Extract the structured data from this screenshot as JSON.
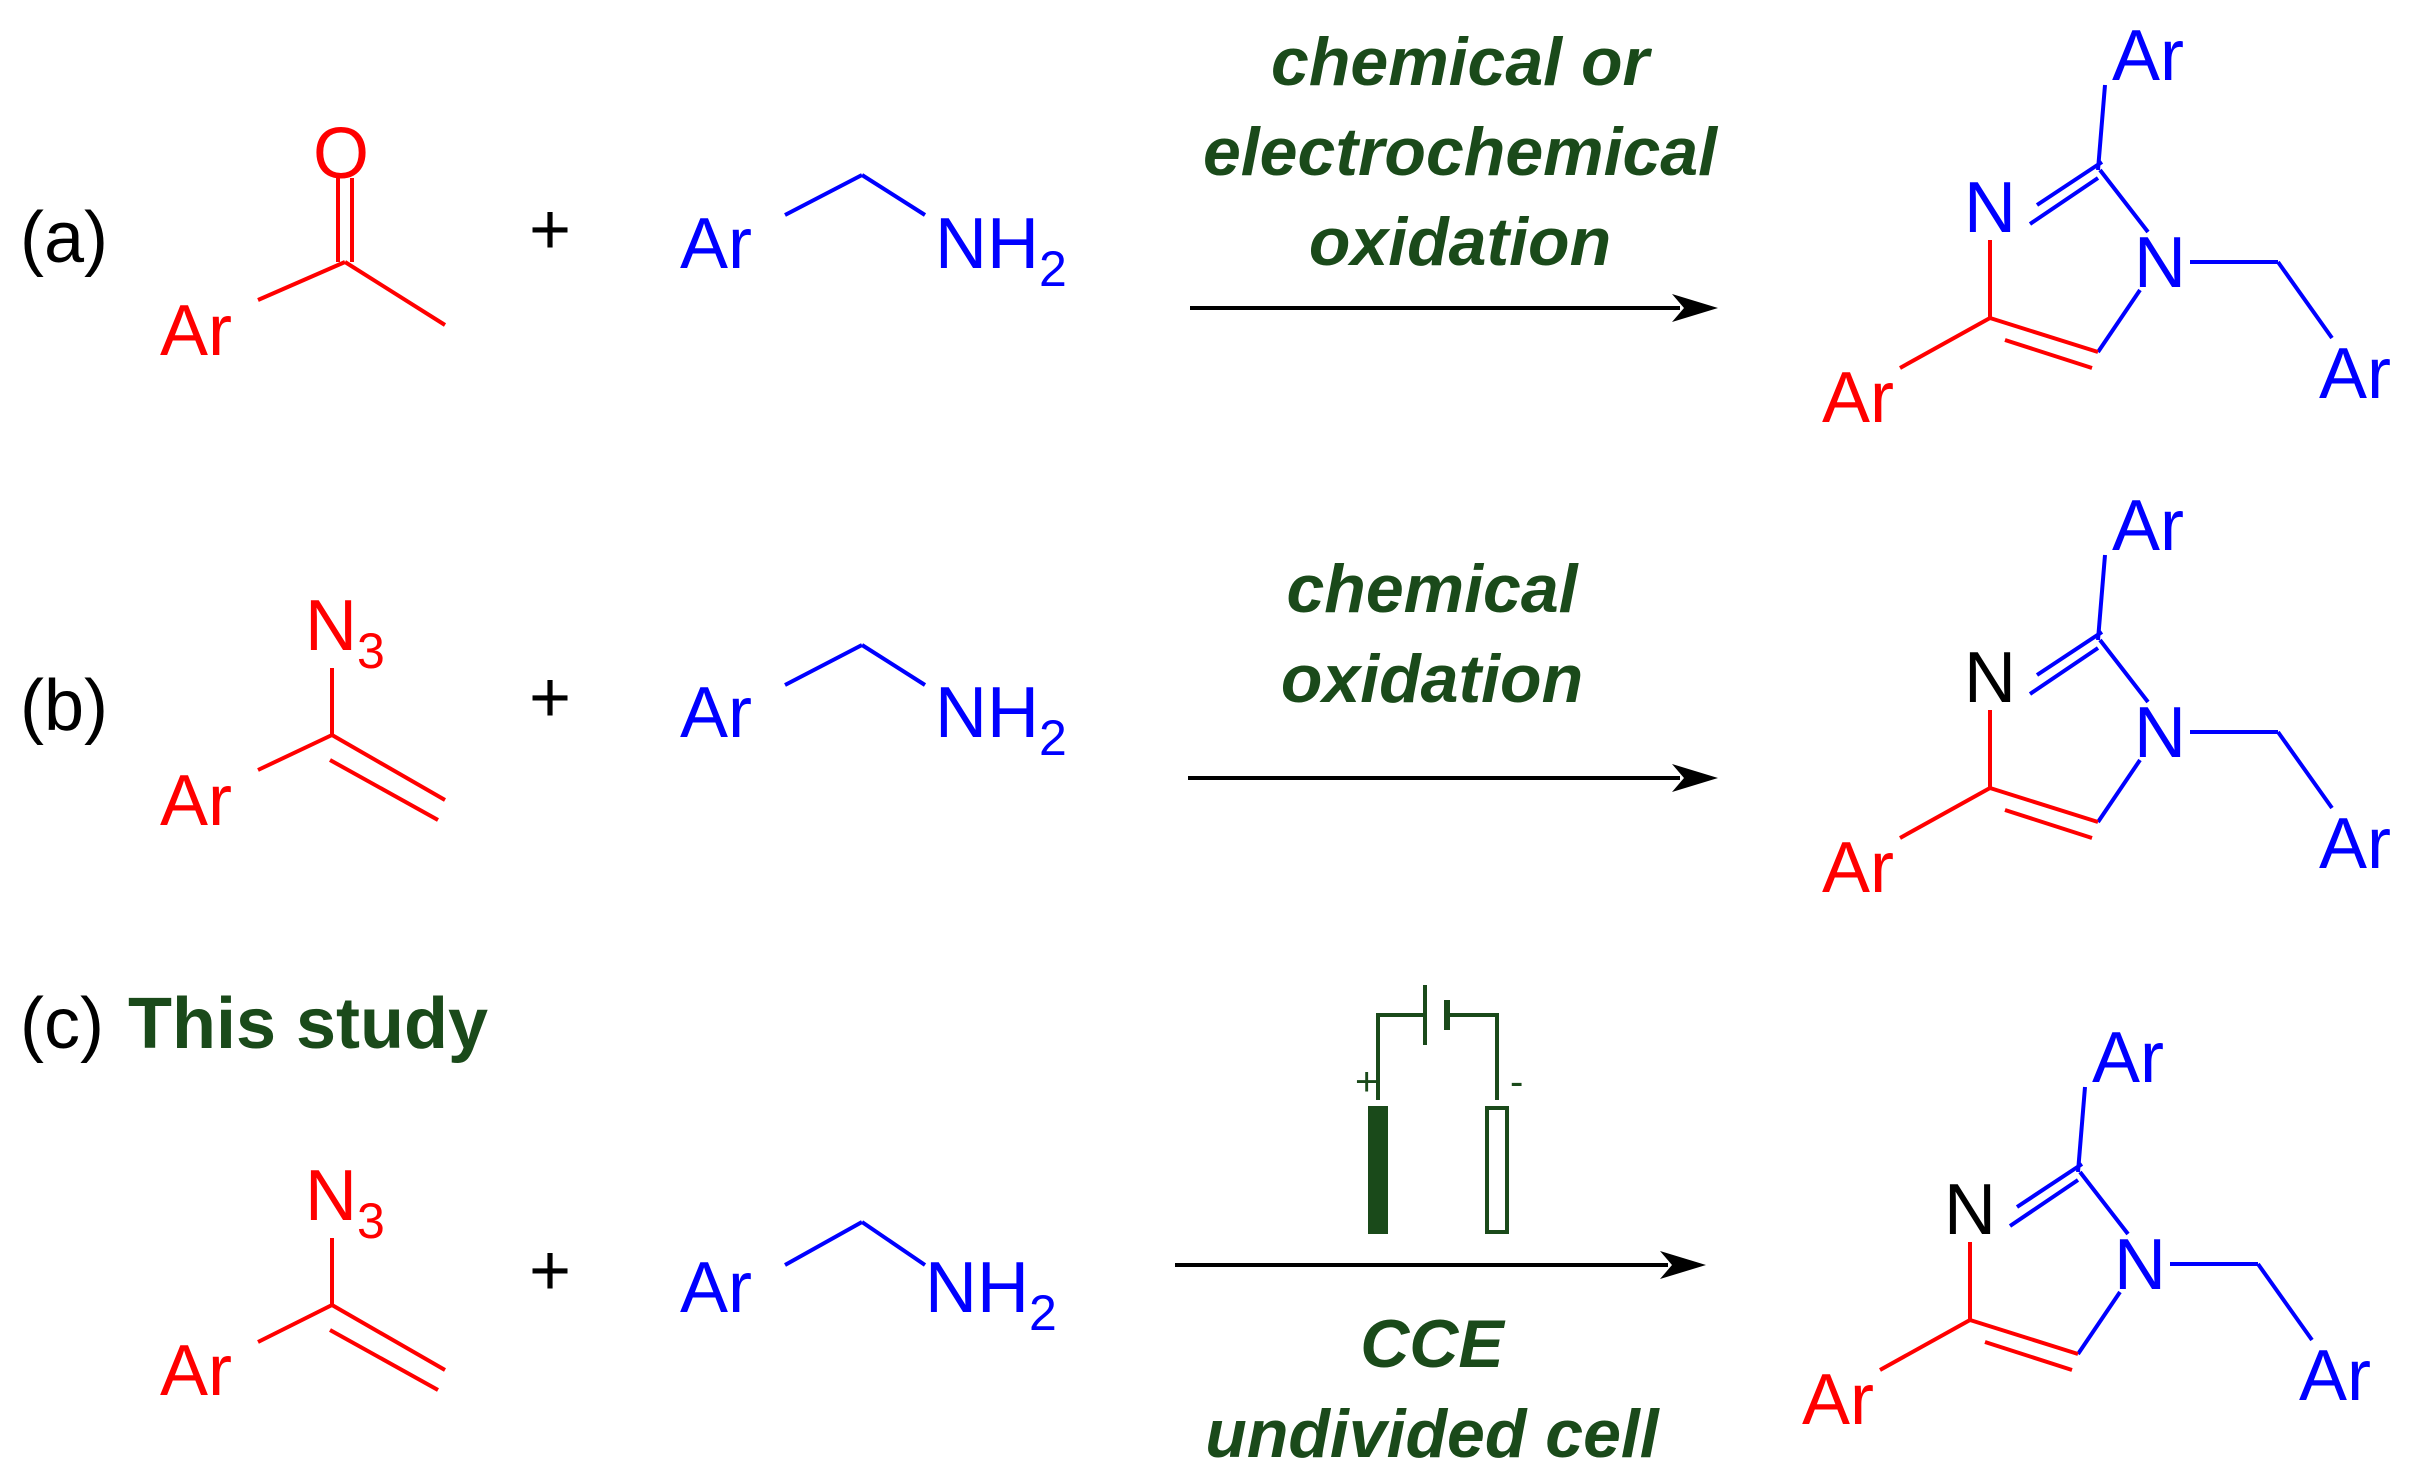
{
  "colors": {
    "reactant_red": "#ff0000",
    "reagent_blue": "#0000ff",
    "condition_green": "#1a4a1a",
    "black": "#000000"
  },
  "rows": [
    {
      "label": "(a)",
      "title": "",
      "substrate": {
        "type": "ketone",
        "top_atom": "O",
        "aryl": "Ar"
      },
      "plus": "+",
      "amine": {
        "aryl": "Ar",
        "group": "NH",
        "subscript": "2"
      },
      "conditions": [
        "chemical or",
        "electrochemical",
        "oxidation"
      ],
      "product": {
        "N3": "N",
        "N1": "N",
        "aryl_C2": "Ar",
        "aryl_C4": "Ar",
        "aryl_benzyl": "Ar"
      }
    },
    {
      "label": "(b)",
      "title": "",
      "substrate": {
        "type": "vinyl_azide",
        "group": "N",
        "subscript": "3",
        "aryl": "Ar"
      },
      "plus": "+",
      "amine": {
        "aryl": "Ar",
        "group": "NH",
        "subscript": "2"
      },
      "conditions": [
        "chemical",
        "oxidation"
      ],
      "product": {
        "N3": "N",
        "N1": "N",
        "aryl_C2": "Ar",
        "aryl_C4": "Ar",
        "aryl_benzyl": "Ar"
      }
    },
    {
      "label": "(c)",
      "title": "This study",
      "substrate": {
        "type": "vinyl_azide",
        "group": "N",
        "subscript": "3",
        "aryl": "Ar"
      },
      "plus": "+",
      "amine": {
        "aryl": "Ar",
        "group": "NH",
        "subscript": "2"
      },
      "cell": {
        "anode_sign": "+",
        "cathode_sign": "-"
      },
      "conditions_below": [
        "CCE",
        "undivided cell"
      ],
      "product": {
        "N3": "N",
        "N1": "N",
        "aryl_C2": "Ar",
        "aryl_C4": "Ar",
        "aryl_benzyl": "Ar"
      }
    }
  ]
}
